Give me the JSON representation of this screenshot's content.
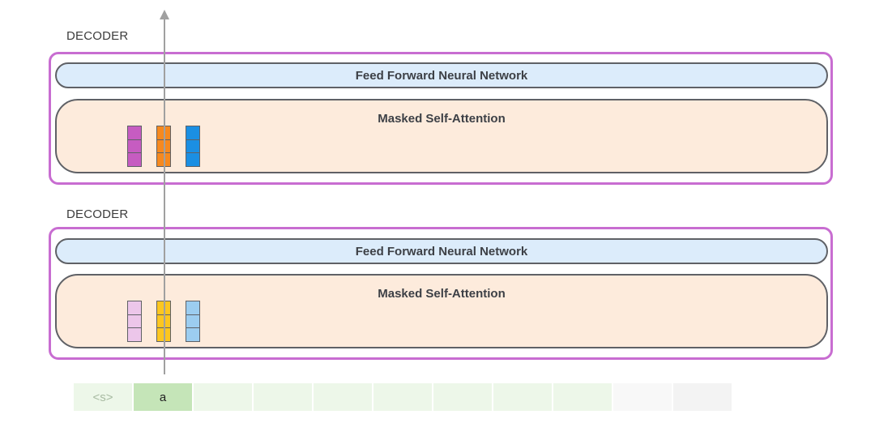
{
  "decoders": [
    {
      "label": "DECODER",
      "ffnn_label": "Feed Forward Neural Network",
      "attention_label": "Masked Self-Attention",
      "vector_colors": [
        "#c65cc1",
        "#f6891f",
        "#1b8fe3"
      ]
    },
    {
      "label": "DECODER",
      "ffnn_label": "Feed Forward Neural Network",
      "attention_label": "Masked Self-Attention",
      "vector_colors": [
        "#ecc6ea",
        "#fcc620",
        "#9ccdf0"
      ]
    }
  ],
  "tokens": [
    {
      "text": "<s>",
      "bg": "#edf7e9",
      "color": "#a8bba2"
    },
    {
      "text": "a",
      "bg": "#c5e5b8",
      "color": "#222222"
    },
    {
      "text": "",
      "bg": "#edf7e9",
      "color": "#222222"
    },
    {
      "text": "",
      "bg": "#edf7e9",
      "color": "#222222"
    },
    {
      "text": "",
      "bg": "#edf7e9",
      "color": "#222222"
    },
    {
      "text": "",
      "bg": "#edf7e9",
      "color": "#222222"
    },
    {
      "text": "",
      "bg": "#edf7e9",
      "color": "#222222"
    },
    {
      "text": "",
      "bg": "#edf7e9",
      "color": "#222222"
    },
    {
      "text": "",
      "bg": "#edf7e9",
      "color": "#222222"
    },
    {
      "text": "",
      "bg": "#f8f8f8",
      "color": "#222222"
    },
    {
      "text": "",
      "bg": "#f3f3f3",
      "color": "#222222"
    }
  ],
  "colors": {
    "decoder_border": "#c86dd1",
    "ffnn_fill": "#dcecfb",
    "attention_fill": "#fdebdc",
    "arrow": "#a0a0a0"
  }
}
